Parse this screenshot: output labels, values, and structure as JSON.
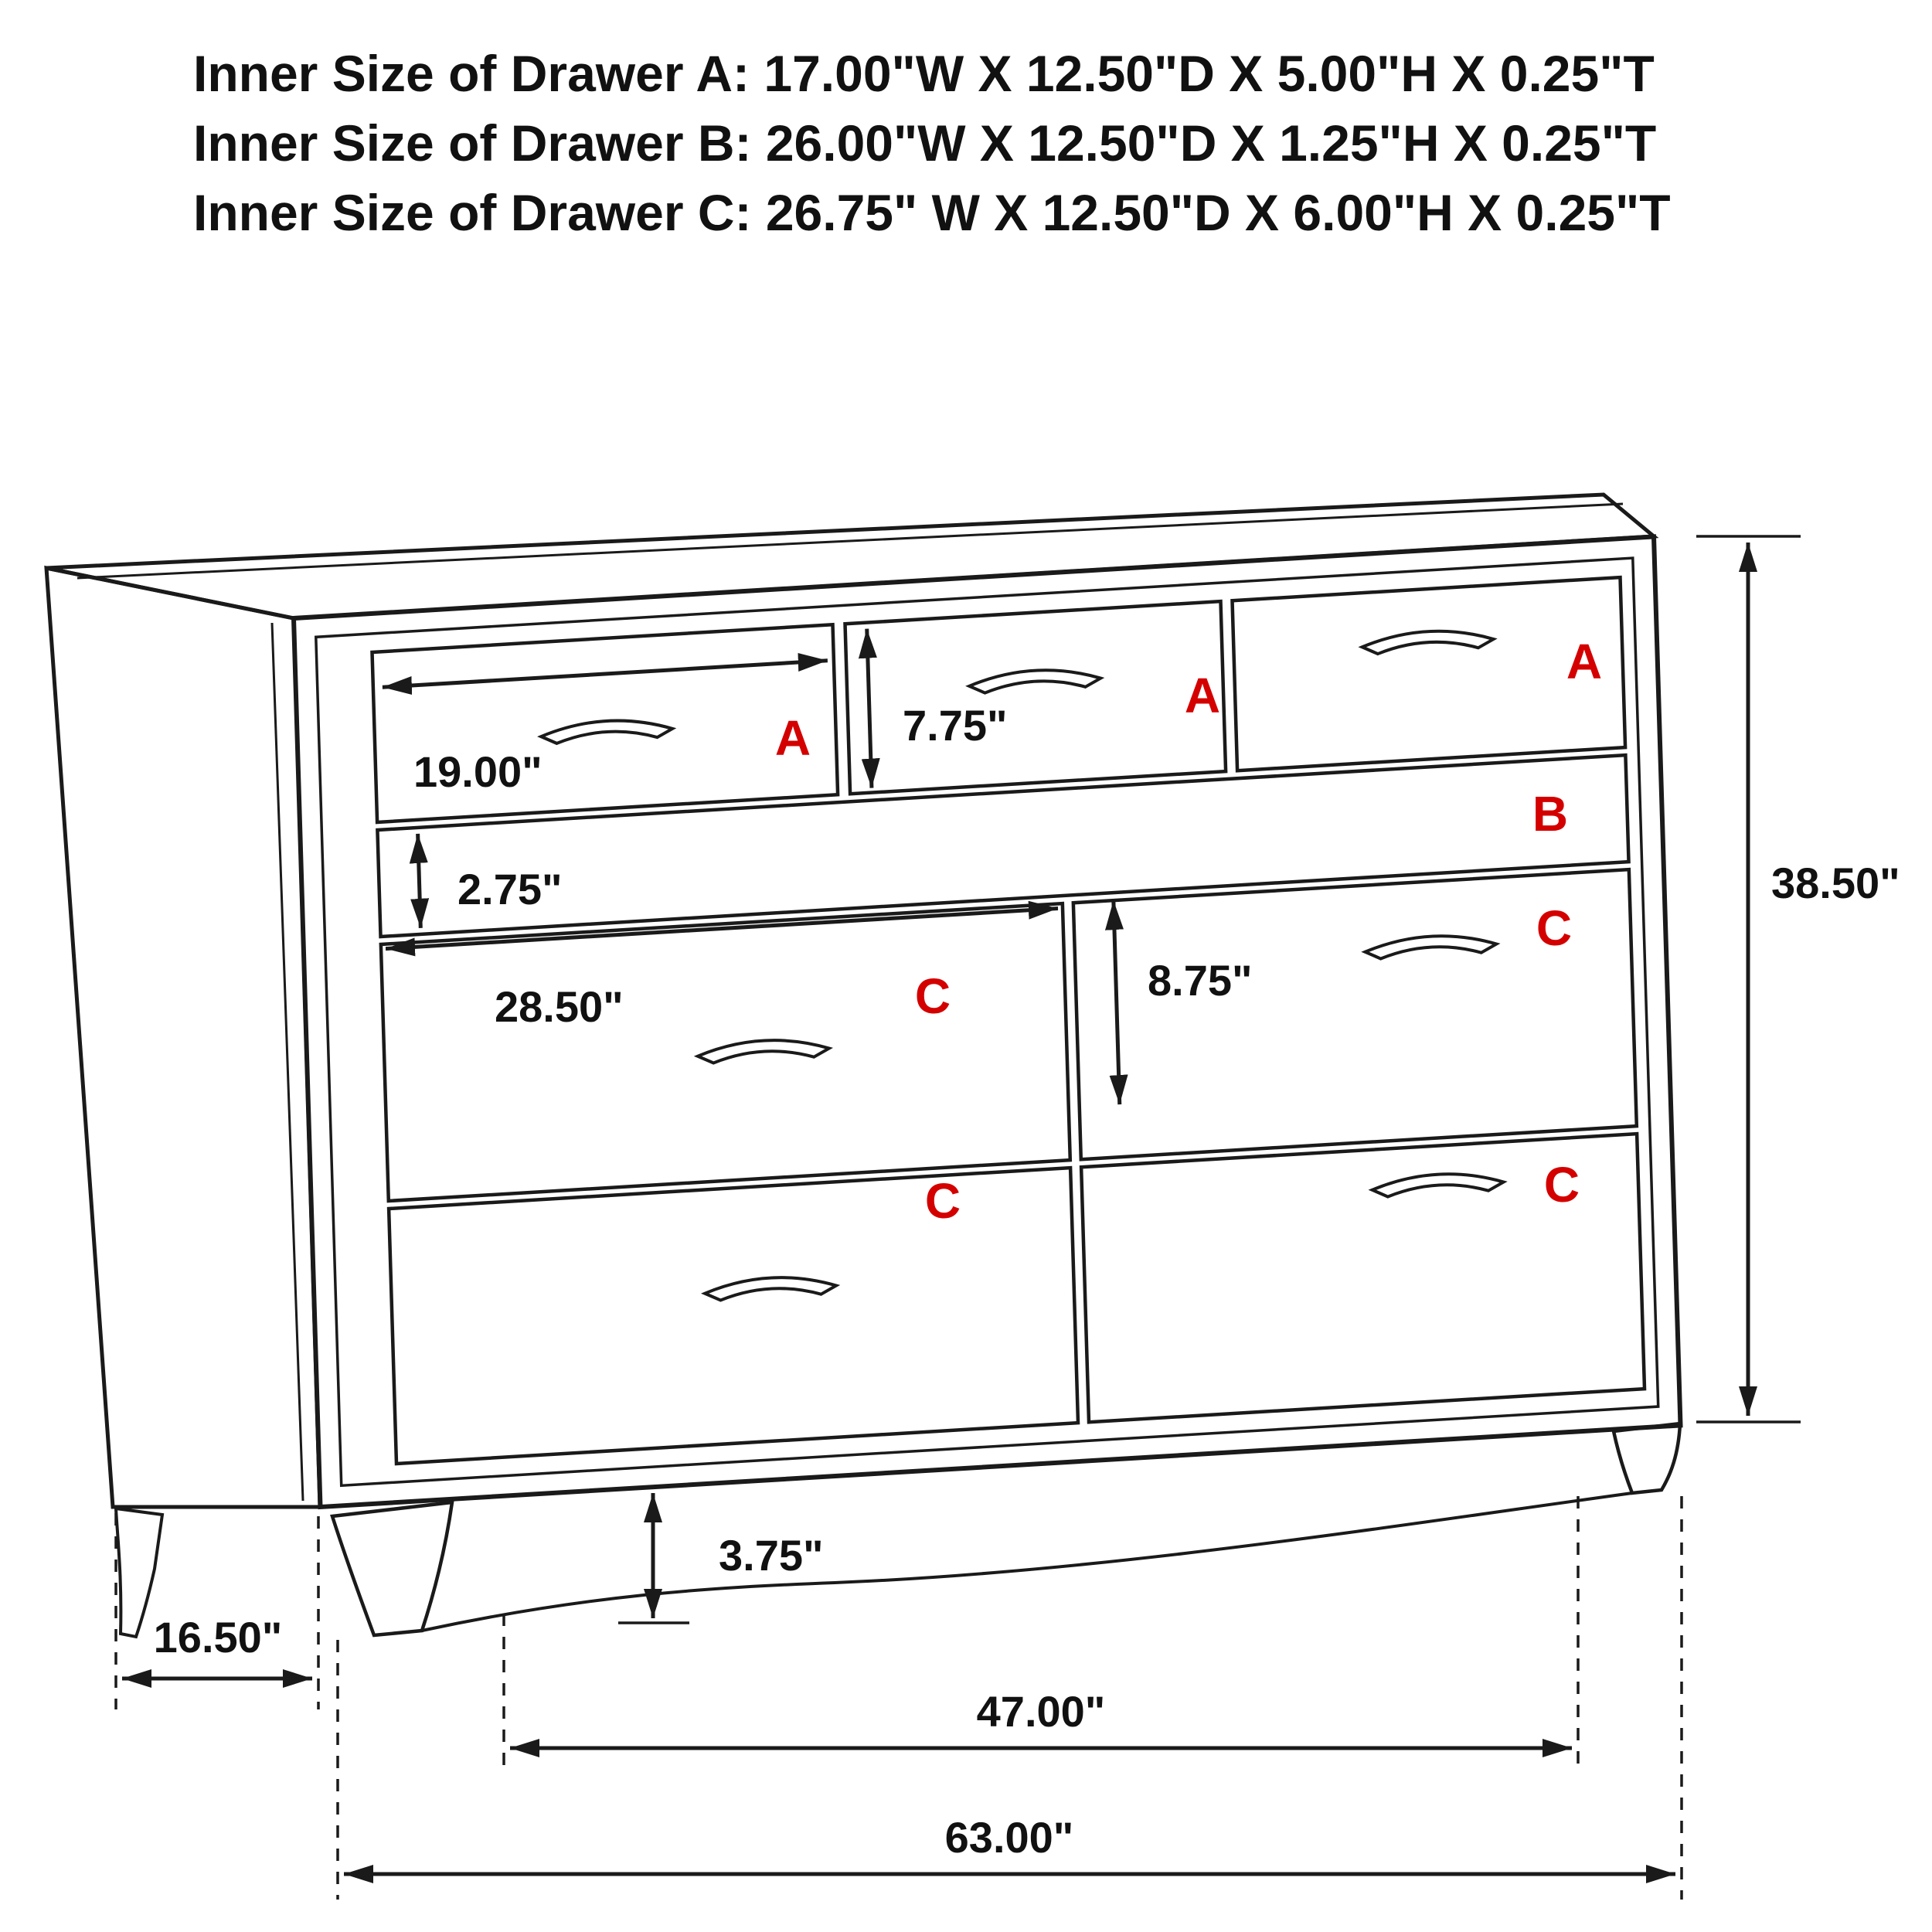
{
  "header": {
    "lines": [
      "Inner Size of Drawer A: 17.00\"W X 12.50\"D X 5.00\"H X 0.25\"T",
      "Inner Size of Drawer B: 26.00\"W X 12.50\"D X 1.25\"H X 0.25\"T",
      "Inner Size of Drawer C: 26.75\" W X 12.50\"D X 6.00\"H X 0.25\"T"
    ]
  },
  "labels": {
    "drawer_a": "A",
    "drawer_b": "B",
    "drawer_c": "C"
  },
  "dimensions": {
    "drawer_a_width": "19.00\"",
    "drawer_a_height": "7.75\"",
    "drawer_b_height": "2.75\"",
    "drawer_c_width": "28.50\"",
    "drawer_c_height": "8.75\"",
    "overall_height": "38.50\"",
    "leg_height": "3.75\"",
    "overall_depth": "16.50\"",
    "leg_span_width": "47.00\"",
    "overall_width": "63.00\""
  },
  "colors": {
    "label_red": "#d40000",
    "line_black": "#1a1a1a",
    "background": "#ffffff"
  }
}
